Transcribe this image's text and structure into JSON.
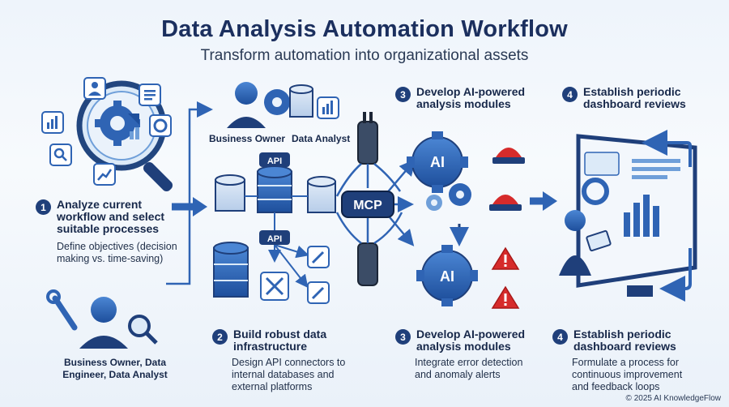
{
  "header": {
    "title": "Data Analysis Automation Workflow",
    "subtitle": "Transform automation into organizational assets"
  },
  "steps": [
    {
      "number": "1",
      "title_lines": [
        "Analyze current",
        "workflow and select",
        "suitable processes"
      ],
      "desc_lines": [
        "Define objectives (decision",
        "making vs. time-saving)"
      ],
      "roles": [
        "Business Owner, Data",
        "Engineer, Data Analyst"
      ]
    },
    {
      "number": "2",
      "title_lines": [
        "Build robust data",
        "infrastructure"
      ],
      "desc_lines": [
        "Design API connectors to",
        "internal databases and",
        "external platforms"
      ],
      "roles": [
        "Business Owner",
        "Data Analyst"
      ],
      "api_labels": [
        "API",
        "API"
      ],
      "hub_label": "MCP"
    },
    {
      "number": "3",
      "title_lines": [
        "Develop AI-powered",
        "analysis modules"
      ],
      "desc_lines": [
        "Integrate error detection",
        "and anomaly alerts"
      ],
      "ai_labels": [
        "AI",
        "AI"
      ]
    },
    {
      "number": "4",
      "title_lines": [
        "Establish periodic",
        "dashboard reviews"
      ],
      "desc_lines": [
        "Formulate a process for",
        "continuous improvement",
        "and feedback loops"
      ]
    }
  ],
  "footer": "© 2025 AI KnowledgeFlow",
  "colors": {
    "navy": "#1b2f5e",
    "blue": "#2f64b4",
    "light_blue": "#6f9fd9",
    "alert_red": "#d62b2b"
  }
}
